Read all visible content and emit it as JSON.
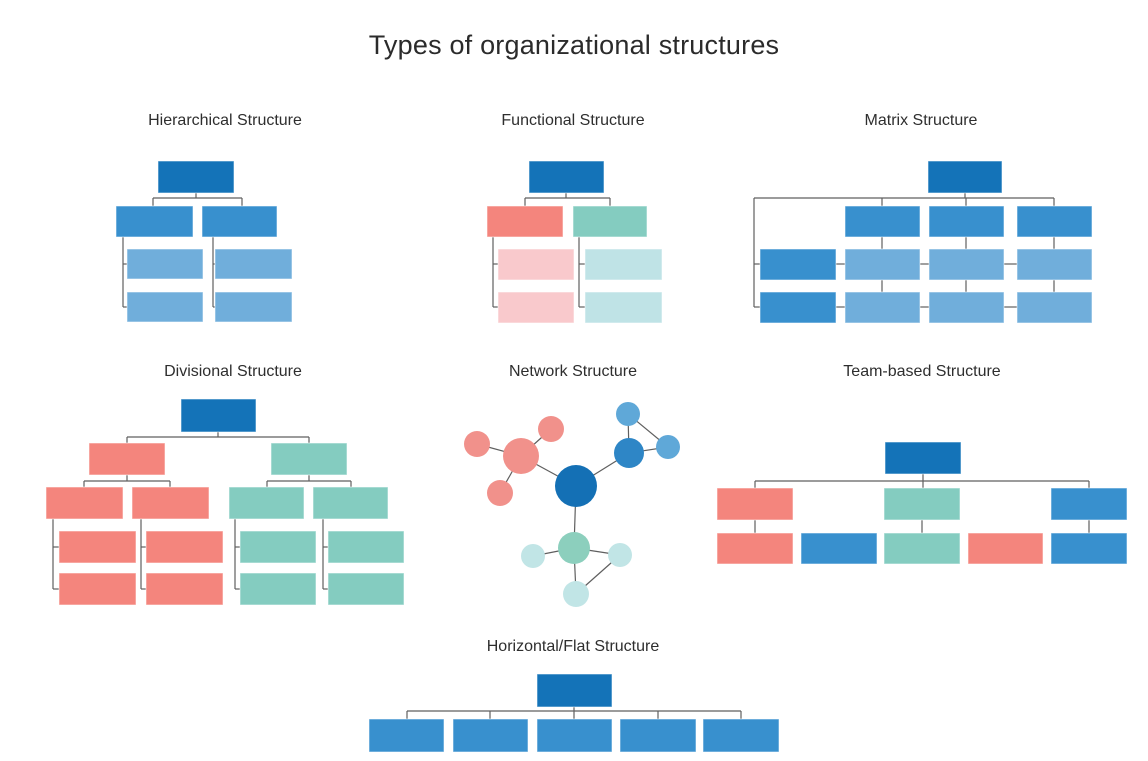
{
  "page": {
    "title": "Types of organizational structures"
  },
  "palette": {
    "dark_blue": "#1473b8",
    "blue": "#3890ce",
    "light_blue": "#70aedb",
    "salmon": "#f4857d",
    "light_pink": "#f9c9cc",
    "teal": "#84ccc0",
    "light_teal": "#bfe3e6",
    "net_dark_blue": "#1470b5",
    "net_red": "#f1918b",
    "net_blue": "#2e86c6",
    "net_light_blue": "#5fa8d8",
    "net_teal": "#8ccfbd",
    "net_pale_teal": "#c1e5e6",
    "line": "#5f5f5f"
  },
  "panels": [
    {
      "id": "hierarchical",
      "title": "Hierarchical Structure",
      "boxes": [
        [
          158,
          161,
          76,
          32,
          "dark_blue"
        ],
        [
          116,
          206,
          77,
          31,
          "blue"
        ],
        [
          202,
          206,
          75,
          31,
          "blue"
        ],
        [
          127,
          249,
          76,
          30,
          "light_blue"
        ],
        [
          215,
          249,
          77,
          30,
          "light_blue"
        ],
        [
          127,
          292,
          76,
          30,
          "light_blue"
        ],
        [
          215,
          292,
          77,
          30,
          "light_blue"
        ]
      ],
      "lines": [
        [
          196,
          193,
          196,
          198
        ],
        [
          153,
          198,
          242,
          198
        ],
        [
          153,
          198,
          153,
          206
        ],
        [
          242,
          198,
          242,
          206
        ],
        [
          123,
          237,
          123,
          307
        ],
        [
          123,
          264,
          127,
          264
        ],
        [
          123,
          307,
          127,
          307
        ],
        [
          213,
          237,
          213,
          307
        ],
        [
          213,
          264,
          215,
          264
        ],
        [
          213,
          307,
          215,
          307
        ]
      ]
    },
    {
      "id": "functional",
      "title": "Functional Structure",
      "boxes": [
        [
          529,
          161,
          75,
          32,
          "dark_blue"
        ],
        [
          487,
          206,
          76,
          31,
          "salmon"
        ],
        [
          573,
          206,
          74,
          31,
          "teal"
        ],
        [
          498,
          249,
          76,
          31,
          "light_pink"
        ],
        [
          585,
          249,
          77,
          31,
          "light_teal"
        ],
        [
          498,
          292,
          76,
          31,
          "light_pink"
        ],
        [
          585,
          292,
          77,
          31,
          "light_teal"
        ]
      ],
      "lines": [
        [
          566,
          193,
          566,
          198
        ],
        [
          525,
          198,
          610,
          198
        ],
        [
          525,
          198,
          525,
          206
        ],
        [
          610,
          198,
          610,
          206
        ],
        [
          493,
          237,
          493,
          307
        ],
        [
          493,
          264,
          498,
          264
        ],
        [
          493,
          307,
          498,
          307
        ],
        [
          579,
          237,
          579,
          307
        ],
        [
          579,
          264,
          585,
          264
        ],
        [
          579,
          307,
          585,
          307
        ]
      ]
    },
    {
      "id": "matrix",
      "title": "Matrix Structure",
      "boxes": [
        [
          928,
          161,
          74,
          32,
          "dark_blue"
        ],
        [
          845,
          206,
          75,
          31,
          "blue"
        ],
        [
          929,
          206,
          75,
          31,
          "blue"
        ],
        [
          1017,
          206,
          75,
          31,
          "blue"
        ],
        [
          760,
          249,
          76,
          31,
          "blue"
        ],
        [
          845,
          249,
          75,
          31,
          "light_blue"
        ],
        [
          929,
          249,
          75,
          31,
          "light_blue"
        ],
        [
          1017,
          249,
          75,
          31,
          "light_blue"
        ],
        [
          760,
          292,
          76,
          31,
          "blue"
        ],
        [
          845,
          292,
          75,
          31,
          "light_blue"
        ],
        [
          929,
          292,
          75,
          31,
          "light_blue"
        ],
        [
          1017,
          292,
          75,
          31,
          "light_blue"
        ]
      ],
      "lines": [
        [
          965,
          193,
          965,
          198
        ],
        [
          754,
          198,
          1054,
          198
        ],
        [
          882,
          198,
          882,
          206
        ],
        [
          966,
          198,
          966,
          206
        ],
        [
          1054,
          198,
          1054,
          206
        ],
        [
          754,
          198,
          754,
          307
        ],
        [
          754,
          264,
          760,
          264
        ],
        [
          754,
          307,
          760,
          307
        ],
        [
          882,
          237,
          882,
          249
        ],
        [
          966,
          237,
          966,
          249
        ],
        [
          1054,
          237,
          1054,
          249
        ],
        [
          882,
          280,
          882,
          292
        ],
        [
          966,
          280,
          966,
          292
        ],
        [
          1054,
          280,
          1054,
          292
        ],
        [
          836,
          264,
          845,
          264
        ],
        [
          920,
          264,
          929,
          264
        ],
        [
          1004,
          264,
          1017,
          264
        ],
        [
          836,
          307,
          845,
          307
        ],
        [
          920,
          307,
          929,
          307
        ],
        [
          1004,
          307,
          1017,
          307
        ]
      ]
    },
    {
      "id": "divisional",
      "title": "Divisional Structure",
      "boxes": [
        [
          181,
          399,
          75,
          33,
          "dark_blue"
        ],
        [
          89,
          443,
          76,
          32,
          "salmon"
        ],
        [
          271,
          443,
          76,
          32,
          "teal"
        ],
        [
          46,
          487,
          77,
          32,
          "salmon"
        ],
        [
          132,
          487,
          77,
          32,
          "salmon"
        ],
        [
          59,
          531,
          77,
          32,
          "salmon"
        ],
        [
          146,
          531,
          77,
          32,
          "salmon"
        ],
        [
          59,
          573,
          77,
          32,
          "salmon"
        ],
        [
          146,
          573,
          77,
          32,
          "salmon"
        ],
        [
          229,
          487,
          75,
          32,
          "teal"
        ],
        [
          313,
          487,
          75,
          32,
          "teal"
        ],
        [
          240,
          531,
          76,
          32,
          "teal"
        ],
        [
          328,
          531,
          76,
          32,
          "teal"
        ],
        [
          240,
          573,
          76,
          32,
          "teal"
        ],
        [
          328,
          573,
          76,
          32,
          "teal"
        ]
      ],
      "lines": [
        [
          218,
          432,
          218,
          437
        ],
        [
          127,
          437,
          309,
          437
        ],
        [
          127,
          437,
          127,
          443
        ],
        [
          309,
          437,
          309,
          443
        ],
        [
          127,
          475,
          127,
          481
        ],
        [
          84,
          481,
          170,
          481
        ],
        [
          84,
          481,
          84,
          487
        ],
        [
          170,
          481,
          170,
          487
        ],
        [
          53,
          519,
          53,
          589
        ],
        [
          53,
          547,
          59,
          547
        ],
        [
          53,
          589,
          59,
          589
        ],
        [
          141,
          519,
          141,
          589
        ],
        [
          141,
          547,
          146,
          547
        ],
        [
          141,
          589,
          146,
          589
        ],
        [
          309,
          475,
          309,
          481
        ],
        [
          267,
          481,
          351,
          481
        ],
        [
          267,
          481,
          267,
          487
        ],
        [
          351,
          481,
          351,
          487
        ],
        [
          235,
          519,
          235,
          589
        ],
        [
          235,
          547,
          240,
          547
        ],
        [
          235,
          589,
          240,
          589
        ],
        [
          323,
          519,
          323,
          589
        ],
        [
          323,
          547,
          328,
          547
        ],
        [
          323,
          589,
          328,
          589
        ]
      ]
    },
    {
      "id": "network",
      "title": "Network Structure",
      "circles": [
        [
          576,
          486,
          21,
          "net_dark_blue"
        ],
        [
          521,
          456,
          18,
          "net_red"
        ],
        [
          477,
          444,
          13,
          "net_red"
        ],
        [
          551,
          429,
          13,
          "net_red"
        ],
        [
          500,
          493,
          13,
          "net_red"
        ],
        [
          629,
          453,
          15,
          "net_blue"
        ],
        [
          628,
          414,
          12,
          "net_light_blue"
        ],
        [
          668,
          447,
          12,
          "net_light_blue"
        ],
        [
          574,
          548,
          16,
          "net_teal"
        ],
        [
          533,
          556,
          12,
          "net_pale_teal"
        ],
        [
          620,
          555,
          12,
          "net_pale_teal"
        ],
        [
          576,
          594,
          13,
          "net_pale_teal"
        ]
      ],
      "edges": [
        [
          0,
          1
        ],
        [
          1,
          2
        ],
        [
          1,
          3
        ],
        [
          1,
          4
        ],
        [
          0,
          5
        ],
        [
          5,
          6
        ],
        [
          5,
          7
        ],
        [
          6,
          7
        ],
        [
          0,
          8
        ],
        [
          8,
          9
        ],
        [
          8,
          10
        ],
        [
          8,
          11
        ],
        [
          10,
          11
        ]
      ]
    },
    {
      "id": "teambased",
      "title": "Team-based Structure",
      "boxes": [
        [
          885,
          442,
          76,
          32,
          "dark_blue"
        ],
        [
          717,
          488,
          76,
          32,
          "salmon"
        ],
        [
          884,
          488,
          76,
          32,
          "teal"
        ],
        [
          1051,
          488,
          76,
          32,
          "blue"
        ],
        [
          717,
          533,
          76,
          31,
          "salmon"
        ],
        [
          801,
          533,
          76,
          31,
          "blue"
        ],
        [
          884,
          533,
          76,
          31,
          "teal"
        ],
        [
          968,
          533,
          75,
          31,
          "salmon"
        ],
        [
          1051,
          533,
          76,
          31,
          "blue"
        ]
      ],
      "lines": [
        [
          923,
          474,
          923,
          481
        ],
        [
          755,
          481,
          1089,
          481
        ],
        [
          755,
          481,
          755,
          488
        ],
        [
          923,
          481,
          923,
          488
        ],
        [
          1089,
          481,
          1089,
          488
        ],
        [
          755,
          520,
          755,
          533
        ],
        [
          922,
          520,
          922,
          533
        ],
        [
          1089,
          520,
          1089,
          533
        ]
      ]
    },
    {
      "id": "horizontal",
      "title": "Horizontal/Flat Structure",
      "boxes": [
        [
          537,
          674,
          75,
          33,
          "dark_blue"
        ],
        [
          369,
          719,
          75,
          33,
          "blue"
        ],
        [
          453,
          719,
          75,
          33,
          "blue"
        ],
        [
          537,
          719,
          75,
          33,
          "blue"
        ],
        [
          620,
          719,
          76,
          33,
          "blue"
        ],
        [
          703,
          719,
          76,
          33,
          "blue"
        ]
      ],
      "lines": [
        [
          574,
          707,
          574,
          711
        ],
        [
          407,
          711,
          741,
          711
        ],
        [
          407,
          711,
          407,
          719
        ],
        [
          490,
          711,
          490,
          719
        ],
        [
          574,
          711,
          574,
          719
        ],
        [
          658,
          711,
          658,
          719
        ],
        [
          741,
          711,
          741,
          719
        ]
      ]
    }
  ]
}
